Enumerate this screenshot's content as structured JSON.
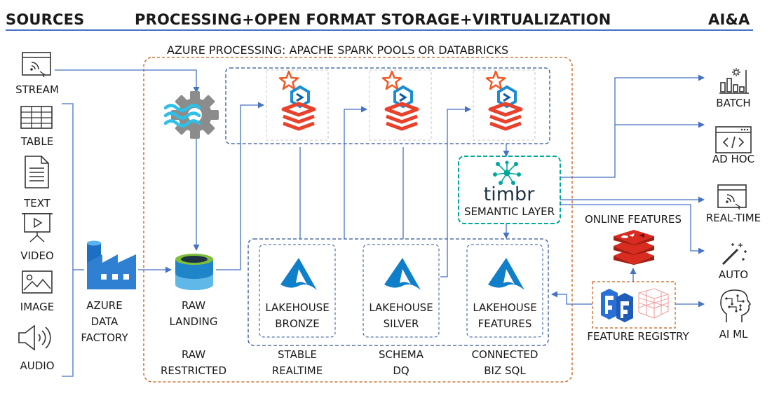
{
  "header": {
    "sources": "SOURCES",
    "processing": "PROCESSING+OPEN FORMAT STORAGE+VIRTUALIZATION",
    "aia": "AI&A"
  },
  "processing_title": "AZURE PROCESSING: APACHE SPARK POOLS OR DATABRICKS",
  "sources": [
    "STREAM",
    "TABLE",
    "TEXT",
    "VIDEO",
    "IMAGE",
    "AUDIO"
  ],
  "adf": {
    "line1": "AZURE",
    "line2": "DATA",
    "line3": "FACTORY"
  },
  "raw": {
    "line1": "RAW",
    "line2": "LANDING",
    "sub1": "RAW",
    "sub2": "RESTRICTED"
  },
  "lakehouses": [
    {
      "line1": "LAKEHOUSE",
      "line2": "BRONZE",
      "sub1": "STABLE",
      "sub2": "REALTIME"
    },
    {
      "line1": "LAKEHOUSE",
      "line2": "SILVER",
      "sub1": "SCHEMA",
      "sub2": "DQ"
    },
    {
      "line1": "LAKEHOUSE",
      "line2": "FEATURES",
      "sub1": "CONNECTED",
      "sub2": "BIZ SQL"
    }
  ],
  "timbr": {
    "logo": "timbr",
    "label": "SEMANTIC LAYER"
  },
  "online_features": "ONLINE FEATURES",
  "feature_registry": "FEATURE REGISTRY",
  "outputs": [
    "BATCH",
    "AD HOC",
    "REAL-TIME",
    "AUTO",
    "AI ML"
  ],
  "colors": {
    "rule": "#4472c4",
    "arrow": "#4472c4",
    "processing_border": "#c55a11",
    "spark_border": "#2f5597",
    "timbr_border": "#00a89c",
    "databricks_red": "#e8412c",
    "lakehouse_blue": "#0f7fc9",
    "redis_red": "#d82c20"
  }
}
